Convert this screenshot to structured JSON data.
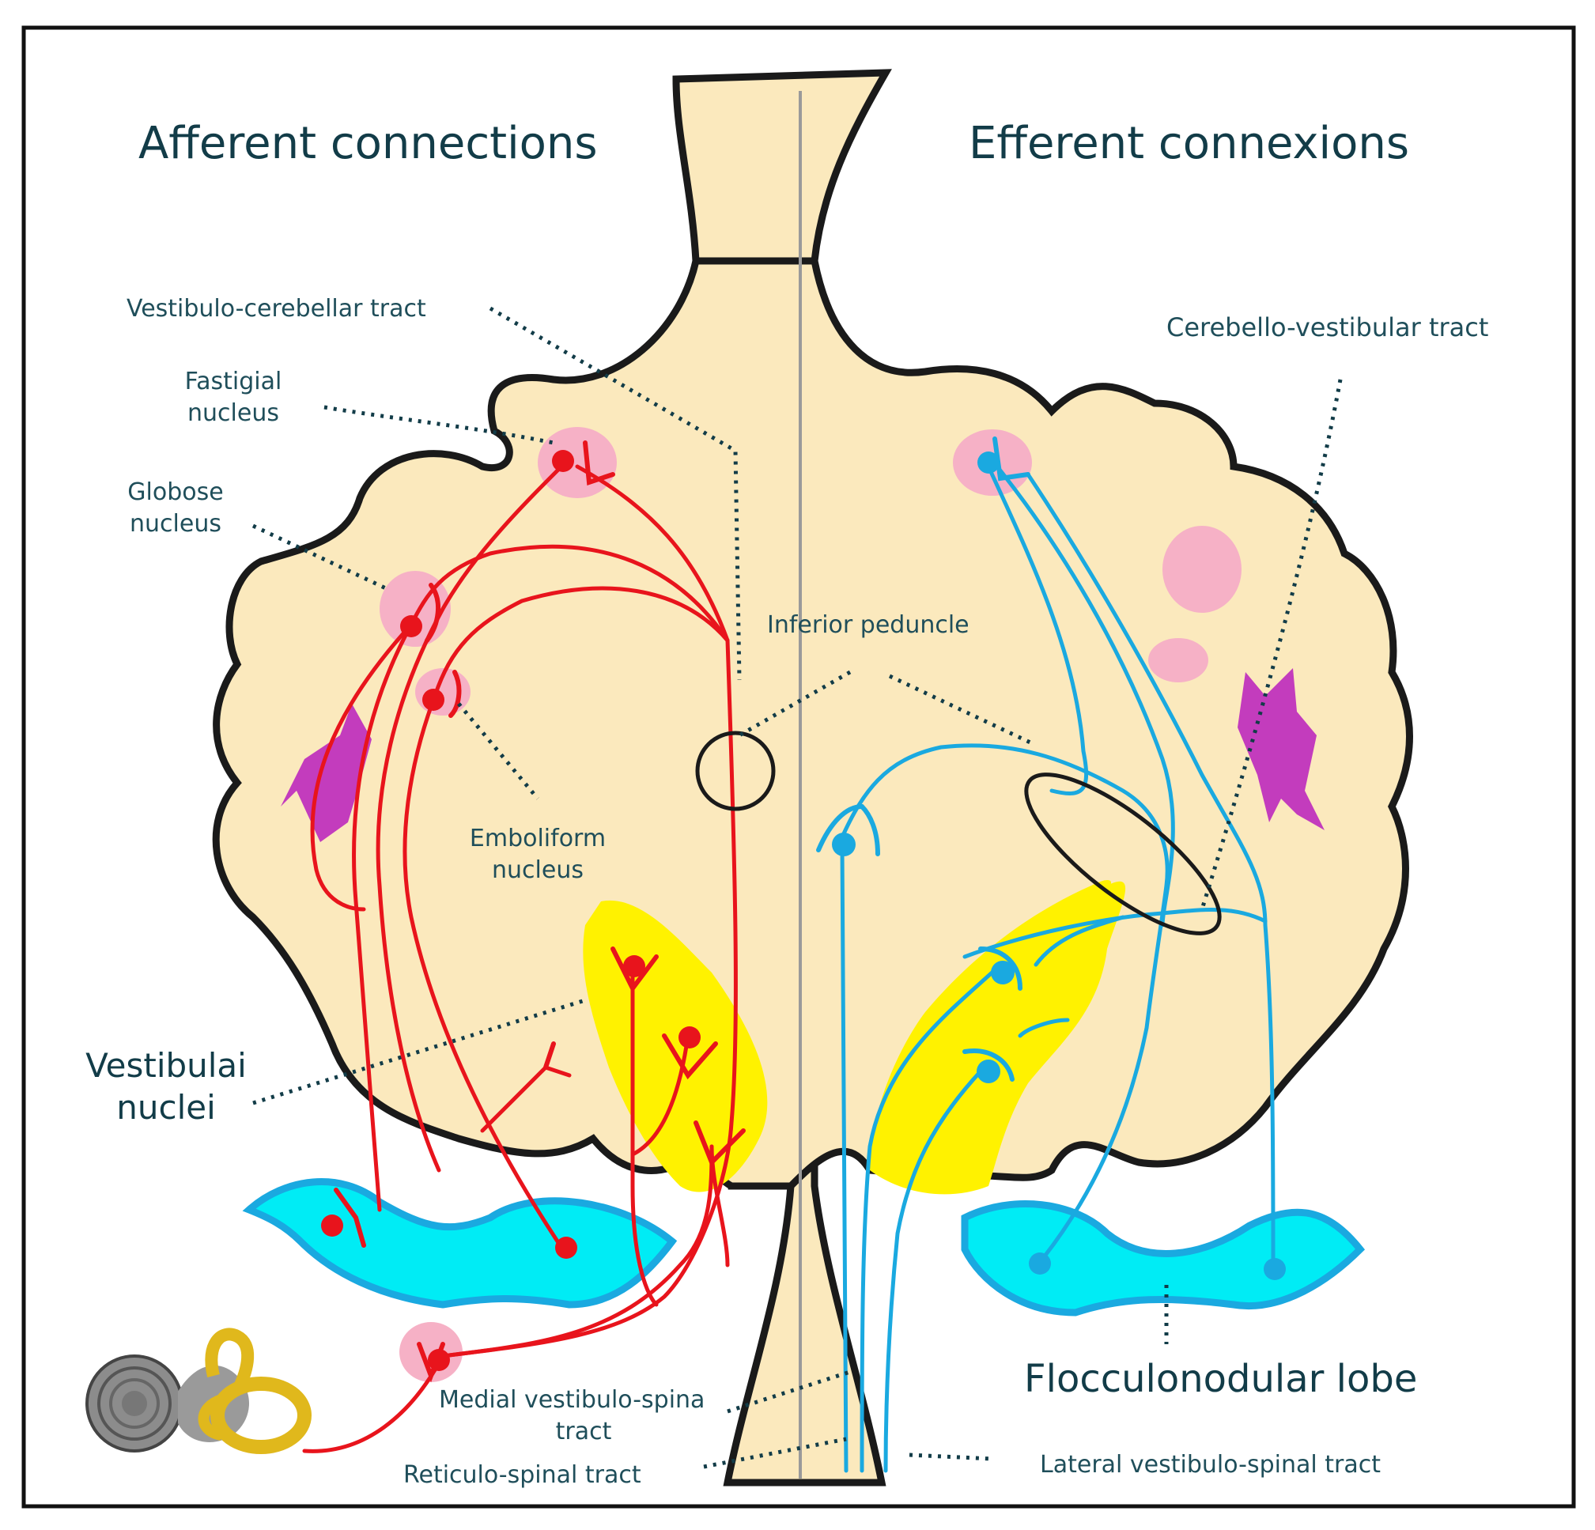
{
  "titles": {
    "afferent": "Afferent connections",
    "efferent": "Efferent connexions"
  },
  "labels": {
    "vestibulo_cerebellar": "Vestibulo-cerebellar tract",
    "fastigial_1": "Fastigial",
    "fastigial_2": "nucleus",
    "globose_1": "Globose",
    "globose_2": "nucleus",
    "emboliform_1": "Emboliform",
    "emboliform_2": "nucleus",
    "vestibular_1": "Vestibulai",
    "vestibular_2": "nuclei",
    "inferior_peduncle": "Inferior peduncle",
    "cerebello_vestibular": "Cerebello-vestibular tract",
    "flocculonodular": "Flocculonodular lobe",
    "medial_vs_1": "Medial vestibulo-spina",
    "medial_vs_2": "tract",
    "reticulo_spinal": "Reticulo-spinal tract",
    "lateral_vs": "Lateral vestibulo-spinal tract"
  },
  "colors": {
    "background": "#ffffff",
    "brain": "#fbe9bd",
    "outline": "#1a1a1a",
    "afferent": "#e8141c",
    "efferent": "#1aa9e0",
    "nucleus": "#f6b1c6",
    "vestibular": "#fff200",
    "lobe": "#00ecf5",
    "lobe_border": "#1aa9e0",
    "star": "#c33cbd",
    "ear_gold": "#e0b81c",
    "ear_gray": "#8c8c8c",
    "text": "#1f4e5a"
  }
}
